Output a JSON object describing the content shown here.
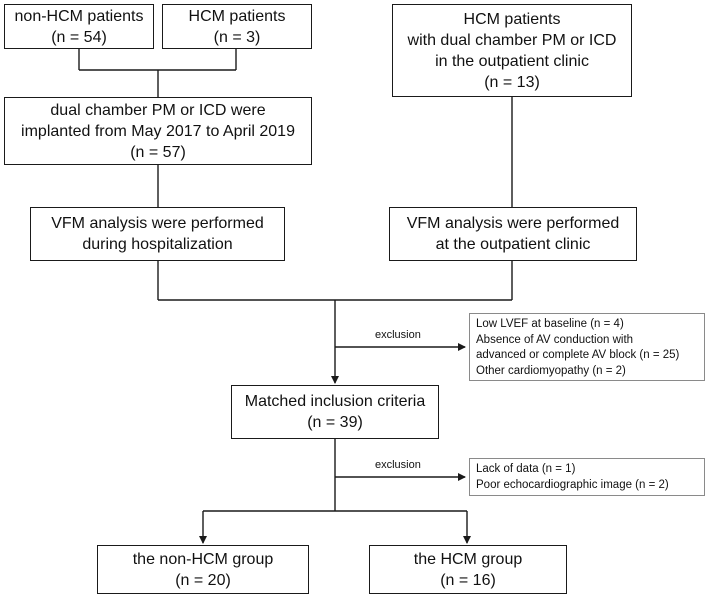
{
  "nodes": {
    "non_hcm": {
      "lines": [
        "non-HCM patients",
        "(n = 54)"
      ]
    },
    "hcm": {
      "lines": [
        "HCM patients",
        "(n = 3)"
      ]
    },
    "hcm_outpatient": {
      "lines": [
        "HCM patients",
        "with dual chamber PM or ICD",
        "in the outpatient clinic",
        "(n = 13)"
      ]
    },
    "implanted": {
      "lines": [
        "dual chamber PM or ICD were",
        "implanted from May 2017 to April 2019",
        "(n = 57)"
      ]
    },
    "vfm_hospital": {
      "lines": [
        "VFM analysis were performed",
        "during hospitalization"
      ]
    },
    "vfm_outpatient": {
      "lines": [
        "VFM analysis were performed",
        "at the outpatient clinic"
      ]
    },
    "matched": {
      "lines": [
        "Matched inclusion criteria",
        "(n = 39)"
      ]
    },
    "non_hcm_group": {
      "lines": [
        "the non-HCM group",
        "(n = 20)"
      ]
    },
    "hcm_group": {
      "lines": [
        "the HCM group",
        "(n = 16)"
      ]
    }
  },
  "exclusions": [
    {
      "label": "exclusion",
      "lines": [
        "Low LVEF at baseline (n = 4)",
        "Absence of AV conduction with",
        "advanced or complete AV block (n = 25)",
        "Other cardiomyopathy (n = 2)"
      ]
    },
    {
      "label": "exclusion",
      "lines": [
        "Lack of data (n = 1)",
        "Poor echocardiographic image (n = 2)"
      ]
    }
  ]
}
